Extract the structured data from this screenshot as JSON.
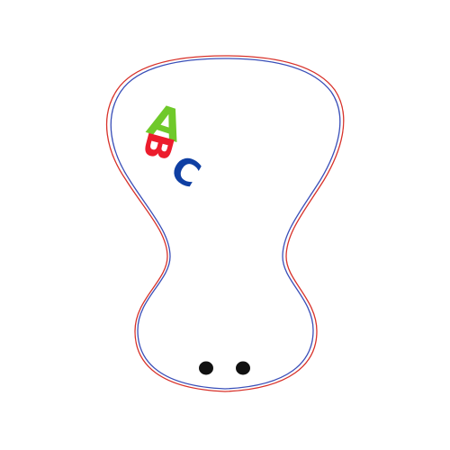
{
  "letters": {
    "a": {
      "char": "A",
      "color": "#6fc92a"
    },
    "b": {
      "char": "B",
      "color": "#ec1c2c"
    },
    "c": {
      "char": "C",
      "color": "#0f3fa3"
    }
  },
  "colors": {
    "background": "#ffffff",
    "outline_red": "#d8322a",
    "outline_blue": "#3a4fb8",
    "dots": "#111111"
  }
}
